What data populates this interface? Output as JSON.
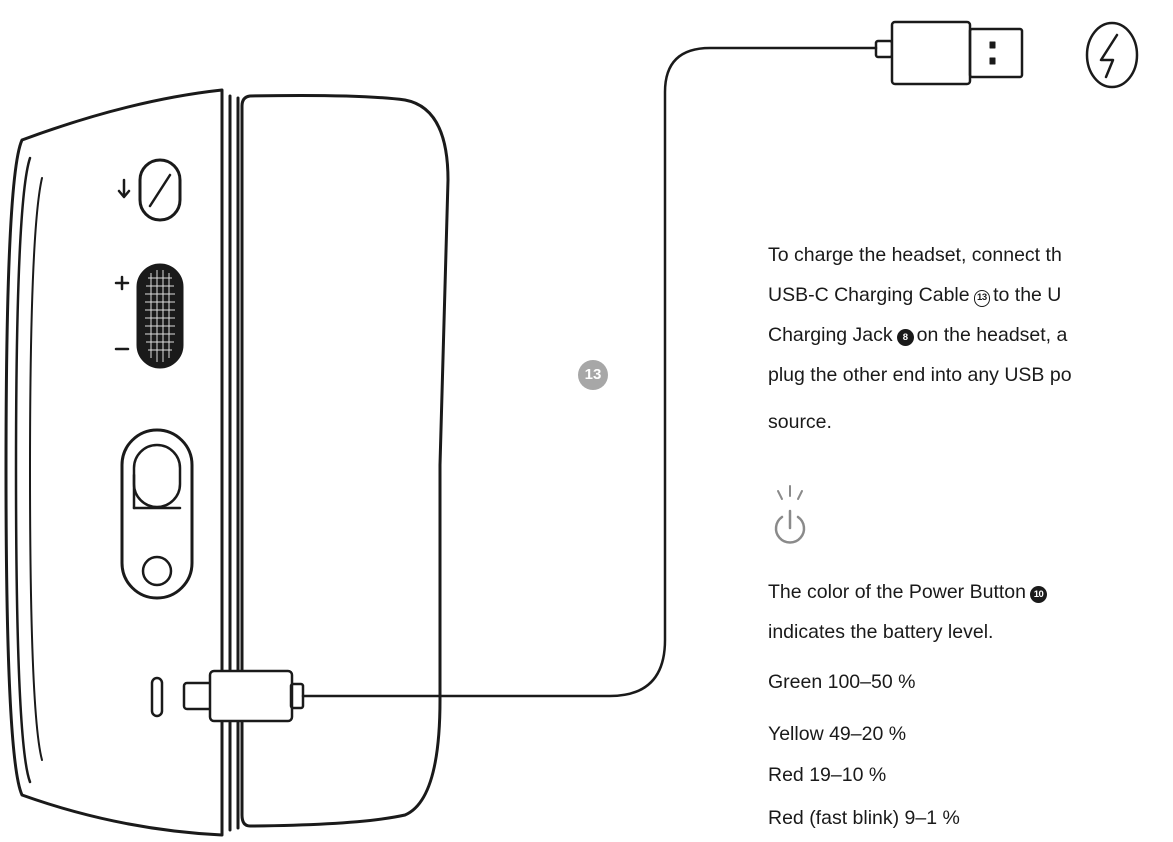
{
  "callout": {
    "cable": "13"
  },
  "instructions": {
    "charge_line1": "To charge the headset, connect th",
    "charge_line2a": "USB-C Charging Cable",
    "charge_badge_cable": "13",
    "charge_line2b": "to the U",
    "charge_line3a": "Charging Jack",
    "charge_badge_jack": "8",
    "charge_line3b": "on the headset, a",
    "charge_line4": "plug the other end into any USB po",
    "charge_line5": "source.",
    "battery_line1a": "The color of the Power Button",
    "battery_badge_power": "10",
    "battery_line2": "indicates the battery level."
  },
  "battery_levels": [
    {
      "label": "Green 100–50 %"
    },
    {
      "label": "Yellow 49–20 %"
    },
    {
      "label": "Red 19–10 %"
    },
    {
      "label": "Red (fast blink)  9–1 %"
    }
  ],
  "icons": {
    "power": "power-icon",
    "lightning": "lightning-bolt-icon",
    "usb_a": "usb-a-plug-icon",
    "usb_c": "usb-c-plug-icon"
  },
  "colors": {
    "line": "#1a1a1a",
    "callout": "#a7a7a7"
  }
}
